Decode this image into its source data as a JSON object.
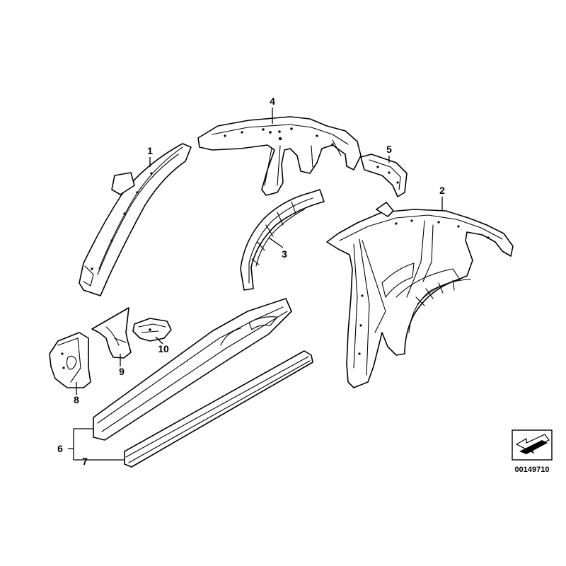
{
  "callouts": {
    "c1": "1",
    "c2": "2",
    "c3": "3",
    "c4": "4",
    "c5": "5",
    "c6": "6",
    "c7": "7",
    "c8": "8",
    "c9": "9",
    "c10": "10"
  },
  "reference_number": "00149710",
  "icons": {
    "reference": "direction-arrow-icon"
  }
}
